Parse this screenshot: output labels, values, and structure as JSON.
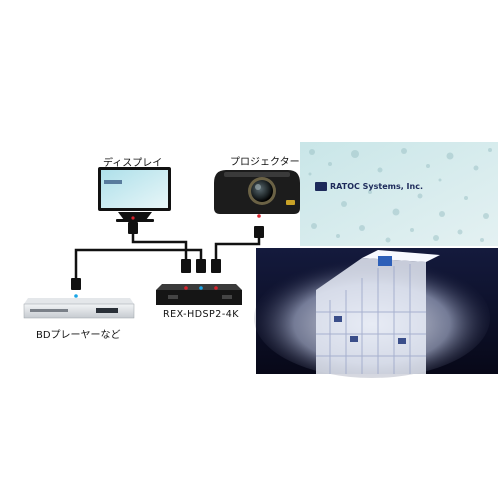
{
  "labels": {
    "display": "ディスプレイ",
    "projector": "プロジェクター",
    "bd_player": "BDプレーヤーなど",
    "device": "REX-HDSP2-4K"
  },
  "brand": {
    "name": "RATOC Systems, Inc."
  },
  "colors": {
    "cable": "#111111",
    "port_red": "#d8222b",
    "port_blue": "#1aa5e6",
    "night_sky": "#0c0f2a",
    "building_glow": "#dfe6f5"
  },
  "icons": {
    "display": "monitor-icon",
    "projector": "projector-icon",
    "bd_player": "bd-player-icon",
    "device": "hdmi-splitter-icon",
    "building": "office-building-icon"
  }
}
